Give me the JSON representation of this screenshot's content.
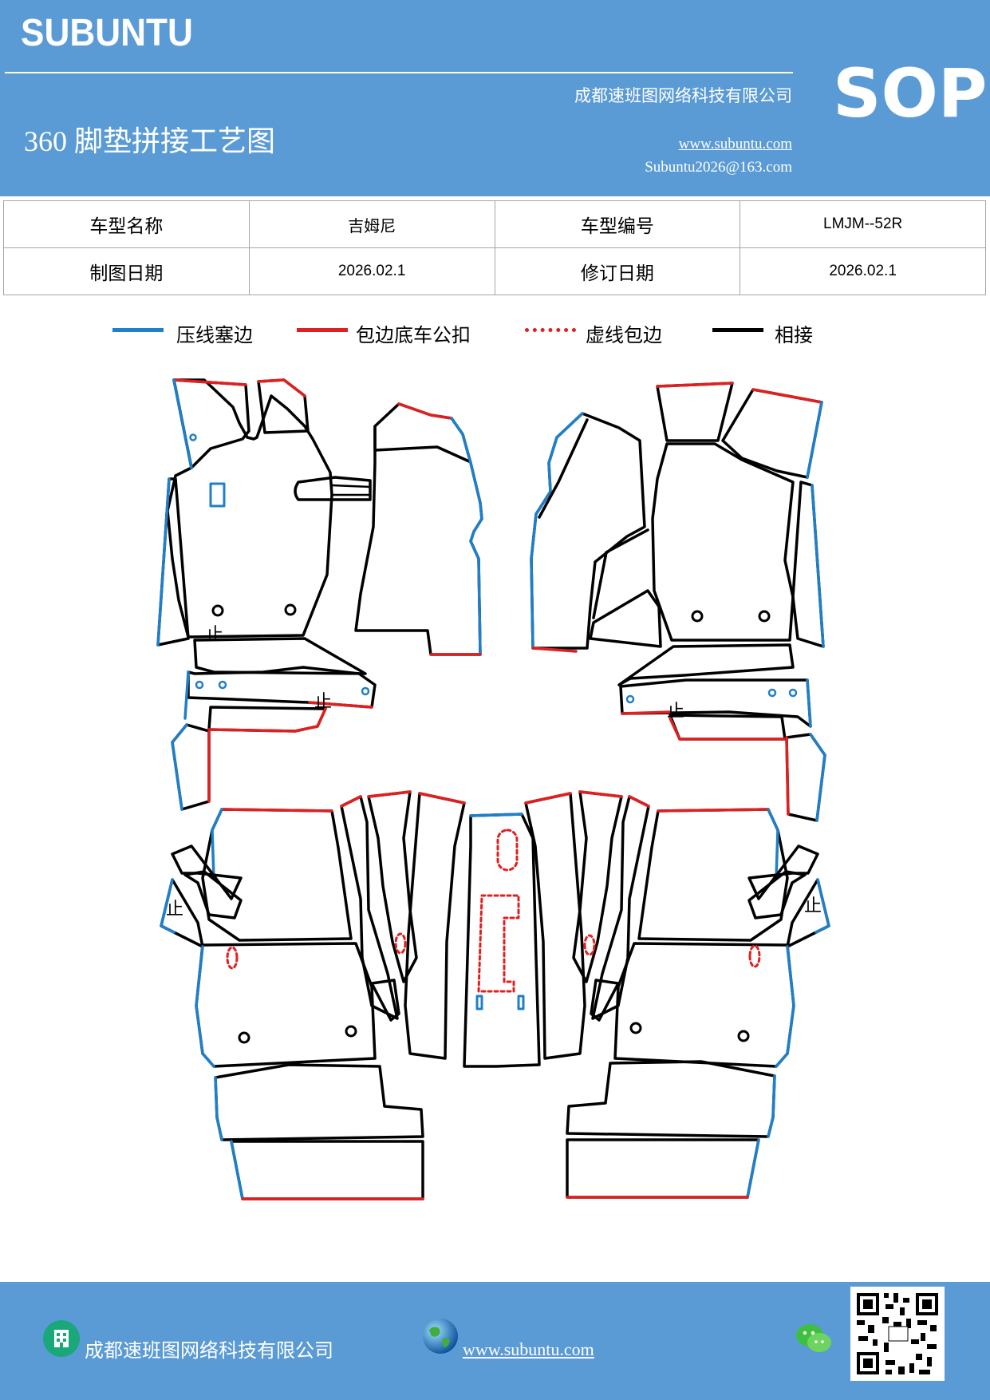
{
  "header": {
    "brand": "SUBUNTU",
    "company": "成都速班图网络科技有限公司",
    "title": "360 脚垫拼接工艺图",
    "website": "www.subuntu.com",
    "email": "Subuntu2026@163.com",
    "sop": "SOP"
  },
  "info_table": {
    "model_name_label": "车型名称",
    "model_name": "吉姆尼",
    "model_code_label": "车型编号",
    "model_code": "LMJM--52R",
    "draw_date_label": "制图日期",
    "draw_date": "2026.02.1",
    "revise_date_label": "修订日期",
    "revise_date": "2026.02.1"
  },
  "legend": [
    {
      "label": "压线塞边",
      "color": "#1f7fc8",
      "style": "solid"
    },
    {
      "label": "包边底车公扣",
      "color": "#e02020",
      "style": "solid"
    },
    {
      "label": "虚线包边",
      "color": "#e02020",
      "style": "dotted"
    },
    {
      "label": "相接",
      "color": "#000000",
      "style": "solid"
    }
  ],
  "colors": {
    "header_bg": "#5b9bd5",
    "blue_edge": "#1f7fc8",
    "red_edge": "#e02020",
    "black_edge": "#000000"
  },
  "diagram": {
    "mark_symbol": "止"
  },
  "footer": {
    "company": "成都速班图网络科技有限公司",
    "website": "www.subuntu.com",
    "icons": [
      "building-icon",
      "globe-icon",
      "wechat-icon",
      "qr-code"
    ]
  }
}
